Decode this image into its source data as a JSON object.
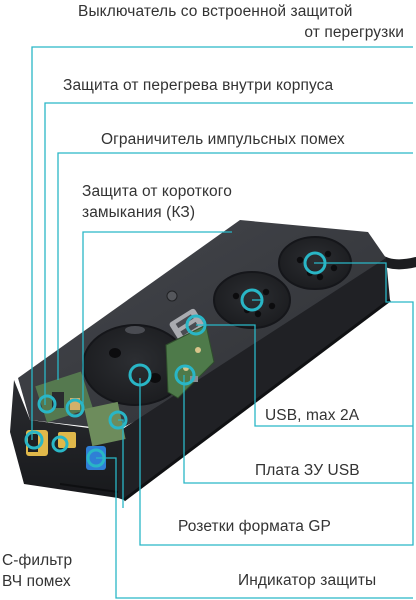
{
  "labels": {
    "switch_line1": "Выключатель со встроенной защитой",
    "switch_line2": "от перегрузки",
    "overheat": "Защита от перегрева внутри корпуса",
    "surge": "Ограничитель импульсных помех",
    "short_line1": "Защита от короткого",
    "short_line2": "замыкания (КЗ)",
    "usb": "USB, max 2A",
    "usb_board": "Плата ЗУ USB",
    "sockets": "Розетки формата GP",
    "cfilter_line1": "С-фильтр",
    "cfilter_line2": "ВЧ помех",
    "indicator": "Индикатор защиты"
  },
  "colors": {
    "accent": "#29b6c6",
    "body_dark": "#2b2d31",
    "body_top": "#3a3c41",
    "pcb_green": "#4e7a4a",
    "indicator_blue": "#2f7fd6",
    "switch_yellow": "#e0b84a",
    "text": "#333333"
  }
}
